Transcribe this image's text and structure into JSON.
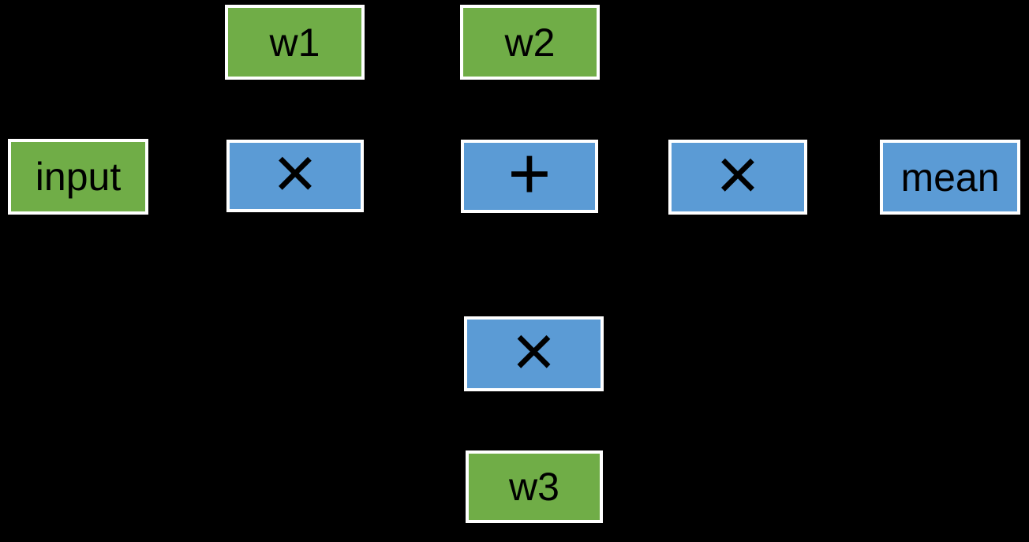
{
  "figure": {
    "description": "Computational graph diagram: input and weights flowing through multiply, add and mean operations",
    "background_color": "#000000",
    "palette": {
      "tensor_fill_green": "#70AD47",
      "op_fill_blue": "#5B9BD5",
      "node_border_white": "#FFFFFF",
      "text_black": "#000000"
    }
  },
  "nodes": [
    {
      "id": "w1",
      "label": "w1",
      "kind": "tensor",
      "row": "top"
    },
    {
      "id": "w2",
      "label": "w2",
      "kind": "tensor",
      "row": "top"
    },
    {
      "id": "input",
      "label": "input",
      "kind": "tensor",
      "row": "middle"
    },
    {
      "id": "mul1",
      "label": "×",
      "kind": "op",
      "row": "middle"
    },
    {
      "id": "add",
      "label": "+",
      "kind": "op",
      "row": "middle"
    },
    {
      "id": "mul2",
      "label": "×",
      "kind": "op",
      "row": "middle"
    },
    {
      "id": "mean",
      "label": "mean",
      "kind": "op",
      "row": "middle"
    },
    {
      "id": "mul3",
      "label": "×",
      "kind": "op",
      "row": "lower"
    },
    {
      "id": "w3",
      "label": "w3",
      "kind": "tensor",
      "row": "bottom"
    }
  ]
}
